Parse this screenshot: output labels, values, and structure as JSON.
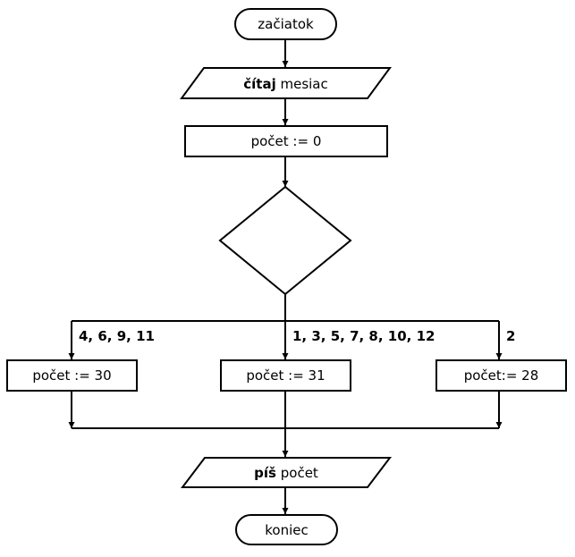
{
  "start": {
    "label": "začiatok"
  },
  "input": {
    "keyword": "čítaj",
    "text": " mesiac"
  },
  "init": {
    "label": "počet := 0"
  },
  "branches": [
    {
      "case": "4, 6, 9, 11",
      "label": "počet := 30"
    },
    {
      "case": "1, 3, 5, 7, 8, 10, 12",
      "label": "počet := 31"
    },
    {
      "case": "2",
      "label": "počet:= 28"
    }
  ],
  "output": {
    "keyword": "píš",
    "text": " počet"
  },
  "end": {
    "label": "koniec"
  }
}
